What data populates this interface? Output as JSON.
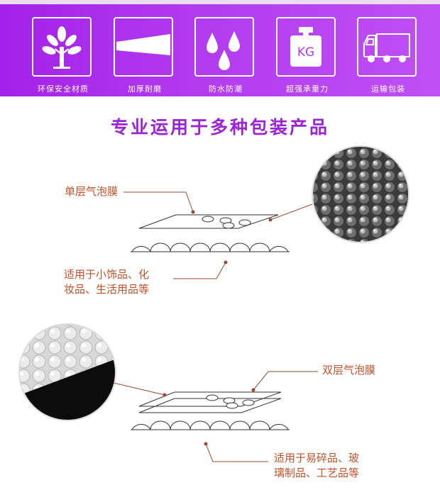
{
  "features": [
    {
      "icon": "tree-icon",
      "label": "环保安全材质"
    },
    {
      "icon": "thick-wedge-icon",
      "label": "加厚耐磨"
    },
    {
      "icon": "water-drops-icon",
      "label": "防水防潮"
    },
    {
      "icon": "weight-kg-icon",
      "label": "超强承重力",
      "badge": "KG"
    },
    {
      "icon": "delivery-truck-icon",
      "label": "运输包装"
    }
  ],
  "section_title": "专业运用于多种包装产品",
  "single_layer": {
    "name": "单层气泡膜",
    "usage_line1": "适用于小饰品、化",
    "usage_line2": "妆品、生活用品等"
  },
  "double_layer": {
    "name": "双层气泡膜",
    "usage_line1": "适用于易碎品、玻",
    "usage_line2": "璃制品、工艺品等"
  },
  "colors": {
    "banner_purple": "#a321e8",
    "title_purple": "#9b23d8",
    "label_orange": "#c0512a",
    "leader_brown": "#9a4a2e"
  }
}
